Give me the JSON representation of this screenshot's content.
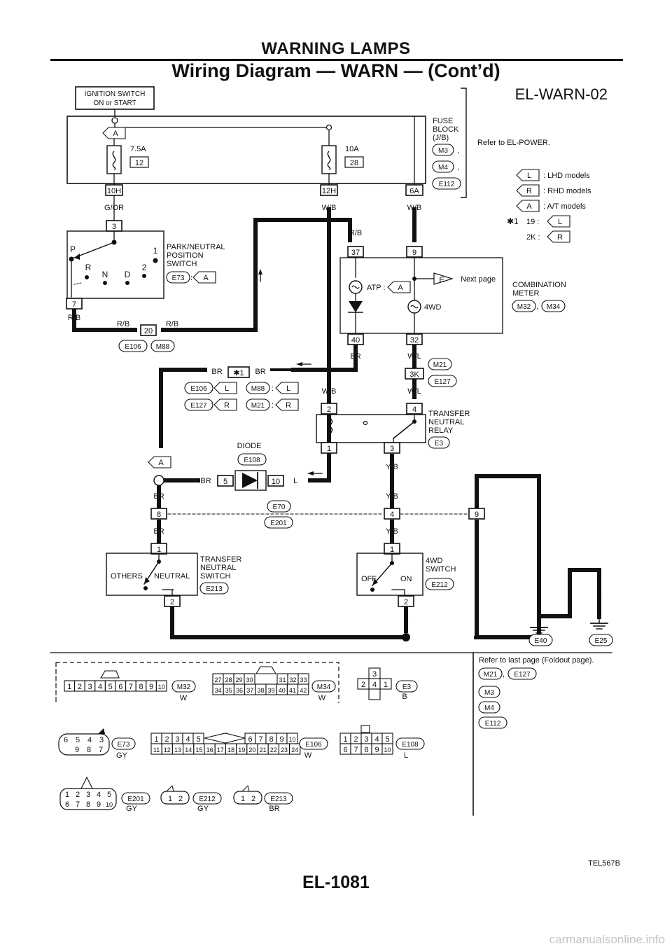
{
  "header": {
    "section": "WARNING LAMPS",
    "title": "Wiring Diagram — WARN — (Cont’d)"
  },
  "diagram": {
    "code": "EL-WARN-02",
    "ignition": [
      "IGNITION SWITCH",
      "ON or START"
    ],
    "fuse_block": [
      "FUSE",
      "BLOCK",
      "(J/B)"
    ],
    "fuse_block_connectors": [
      "M3",
      ",",
      "M4",
      ",",
      "E112"
    ],
    "refer_power": "Refer to EL-POWER.",
    "fuses": [
      {
        "amp": "7.5A",
        "num": "12",
        "terminal": "10H"
      },
      {
        "amp": "10A",
        "num": "28",
        "terminal": "12H"
      }
    ],
    "terminal_6a": "6A",
    "legend": [
      {
        "sym": "L",
        "text": ": LHD models"
      },
      {
        "sym": "R",
        "text": ": RHD models"
      },
      {
        "sym": "A",
        "text": ": A/T models"
      }
    ],
    "star_note": {
      "mark": "✱1",
      "rows": [
        {
          "k": "19 :",
          "v": "L"
        },
        {
          "k": "2K :",
          "v": "R"
        }
      ]
    },
    "park_switch": {
      "name": [
        "PARK/NEUTRAL",
        "POSITION",
        "SWITCH"
      ],
      "connector": "E73",
      "sym": "A",
      "pin_top": "3",
      "pin_bottom": "7",
      "pos": [
        "P",
        "1",
        "R",
        "N",
        "D",
        "2"
      ]
    },
    "wires": {
      "g_or": "G/OR",
      "w_b": "W/B",
      "r_b": "R/B",
      "br": "BR",
      "w_l": "W/L",
      "l": "L",
      "y_b": "Y/B",
      "b": "B"
    },
    "joint_20": {
      "pin": "20",
      "conns": [
        "E106",
        "M88"
      ]
    },
    "meter": {
      "name": [
        "COMBINATION",
        "METER"
      ],
      "conns": [
        "M32",
        ",",
        "M34"
      ],
      "pins": [
        "37",
        "9",
        "40",
        "32"
      ],
      "atp": "ATP :",
      "sym": "A",
      "fourwd": "4WD",
      "next": "Next page",
      "e": "E"
    },
    "pin_3k": {
      "pin": "3K",
      "conns": [
        "M21",
        "E127"
      ]
    },
    "star1": {
      "label": "✱1",
      "opts": [
        {
          "c": "E106",
          "s": "L"
        },
        {
          "c": "M88",
          "s": "L"
        },
        {
          "c": "E127",
          "s": "R"
        },
        {
          "c": "M21",
          "s": "R"
        }
      ],
      "colon": ":"
    },
    "relay": {
      "name": [
        "TRANSFER",
        "NEUTRAL",
        "RELAY"
      ],
      "conn": "E3",
      "pins": [
        "2",
        "4",
        "1",
        "3"
      ]
    },
    "diode": {
      "name": "DIODE",
      "conn": "E108",
      "pins": [
        "5",
        "10"
      ]
    },
    "a_sym": "A",
    "joint_e70": {
      "c1": "E70",
      "c2": "E201",
      "pins": [
        "8",
        "4",
        "9"
      ]
    },
    "tn_switch": {
      "name": [
        "TRANSFER",
        "NEUTRAL",
        "SWITCH"
      ],
      "conn": "E213",
      "pins": [
        "1",
        "2"
      ],
      "others": "OTHERS",
      "neutral": "NEUTRAL"
    },
    "fwd_switch": {
      "name": [
        "4WD",
        "SWITCH"
      ],
      "conn": "E212",
      "pins": [
        "1",
        "2"
      ],
      "off": "OFF",
      "on": "ON"
    },
    "grounds": [
      "E40",
      "E25"
    ]
  },
  "connectors": {
    "m32": {
      "id": "M32",
      "color": "W",
      "pins": [
        "1",
        "2",
        "3",
        "4",
        "5",
        "6",
        "7",
        "8",
        "9",
        "10"
      ]
    },
    "m34": {
      "id": "M34",
      "color": "W",
      "top": [
        "27",
        "28",
        "29",
        "30",
        "31",
        "32",
        "33"
      ],
      "bottom": [
        "34",
        "35",
        "36",
        "37",
        "38",
        "39",
        "40",
        "41",
        "42"
      ]
    },
    "e3": {
      "id": "E3",
      "color": "B",
      "pins": [
        "3",
        "2",
        "4",
        "1"
      ]
    },
    "e73": {
      "id": "E73",
      "color": "GY",
      "top": [
        "6",
        "5",
        "4",
        "3"
      ],
      "bottom": [
        "9",
        "8",
        "7"
      ]
    },
    "e106": {
      "id": "E106",
      "color": "W",
      "top": [
        "1",
        "2",
        "3",
        "4",
        "5",
        "6",
        "7",
        "8",
        "9",
        "10"
      ],
      "bottom": [
        "11",
        "12",
        "13",
        "14",
        "15",
        "16",
        "17",
        "18",
        "19",
        "20",
        "21",
        "22",
        "23",
        "24"
      ]
    },
    "e108": {
      "id": "E108",
      "color": "L",
      "top": [
        "1",
        "2",
        "3",
        "4",
        "5"
      ],
      "bottom": [
        "6",
        "7",
        "8",
        "9",
        "10"
      ]
    },
    "e201": {
      "id": "E201",
      "color": "GY",
      "top": [
        "1",
        "2",
        "3",
        "4",
        "5"
      ],
      "bottom": [
        "6",
        "7",
        "8",
        "9",
        "10"
      ]
    },
    "e212": {
      "id": "E212",
      "color": "GY",
      "pins": [
        "1",
        "2"
      ]
    },
    "e213": {
      "id": "E213",
      "color": "BR",
      "pins": [
        "1",
        "2"
      ]
    },
    "refer": {
      "text": "Refer to last page (Foldout page).",
      "items": [
        "M21",
        ",",
        "E127",
        "M3",
        "M4",
        "E112"
      ]
    }
  },
  "figure_code": "TEL567B",
  "page_number": "EL-1081",
  "watermark": "carmanualsonline.info"
}
